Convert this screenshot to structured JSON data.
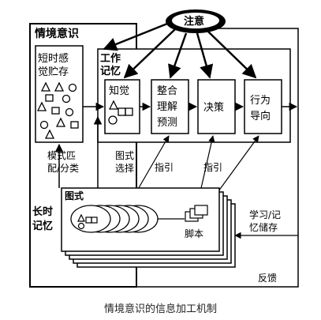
{
  "title_sa": "情境意识",
  "attention": "注意",
  "stm": {
    "line1": "短时感",
    "line2": "觉贮存"
  },
  "working_memory": {
    "line1": "工作",
    "line2": "记忆"
  },
  "perception": "知觉",
  "integration": {
    "line1": "整合",
    "line2": "理解",
    "line3": "预测"
  },
  "decision": "决策",
  "action": {
    "line1": "行为",
    "line2": "导向"
  },
  "pattern_match": {
    "line1": "模式匹",
    "line2": "配/分类"
  },
  "schema_select": {
    "line1": "图式",
    "line2": "选择"
  },
  "guide": "指引",
  "guide2": "指引",
  "schema": "图式",
  "ltm": {
    "line1": "长时",
    "line2": "记忆"
  },
  "script": "脚本",
  "learning": {
    "line1": "学习/记",
    "line2": "忆储存"
  },
  "feedback": "反馈",
  "caption": "情境意识的信息加工机制"
}
